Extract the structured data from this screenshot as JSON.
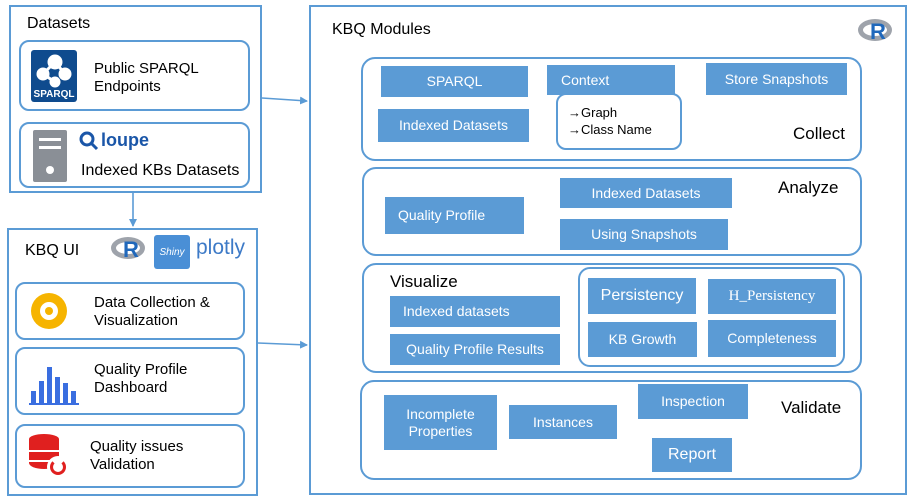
{
  "datasets": {
    "title": "Datasets",
    "public_sparql": "Public SPARQL\nEndpoints",
    "indexed_kbs": "Indexed KBs Datasets",
    "sparql_logo_text": "SPARQL",
    "loupe_logo_text": "loupe"
  },
  "kbq_ui": {
    "title": "KBQ UI",
    "shiny_logo_text": "Shiny",
    "plotly_text": "plotly",
    "items": [
      {
        "label": "Data Collection &\nVisualization"
      },
      {
        "label": "Quality Profile\nDashboard"
      },
      {
        "label": "Quality issues\nValidation"
      }
    ]
  },
  "kbq_modules": {
    "title": "KBQ Modules",
    "r_logo": "R",
    "collect": {
      "label": "Collect",
      "sparql": "SPARQL",
      "indexed_datasets": "Indexed Datasets",
      "context": "Context",
      "store_snapshots": "Store Snapshots",
      "context_graph": "→Graph",
      "context_class": "→Class Name"
    },
    "analyze": {
      "label": "Analyze",
      "quality_profile": "Quality Profile",
      "indexed_datasets": "Indexed Datasets",
      "using_snapshots": "Using Snapshots"
    },
    "visualize": {
      "label": "Visualize",
      "indexed_datasets": "Indexed datasets",
      "quality_profile_results": "Quality Profile Results",
      "persistency": "Persistency",
      "h_persistency": "H_Persistency",
      "kb_growth": "KB Growth",
      "completeness": "Completeness"
    },
    "validate": {
      "label": "Validate",
      "incomplete_properties": "Incomplete\nProperties",
      "instances": "Instances",
      "inspection": "Inspection",
      "report": "Report"
    }
  },
  "colors": {
    "accent": "#5b9bd5",
    "node_fill": "#5b9bd5",
    "sparql_logo": "#0f4b8e",
    "loupe_blue": "#1a56a8",
    "dashboard_yellow": "#f6b400",
    "chart_blue": "#3a6ee0",
    "validation_red": "#e0201f",
    "r_grey": "#9ea3ab",
    "r_blue": "#2068bb"
  }
}
